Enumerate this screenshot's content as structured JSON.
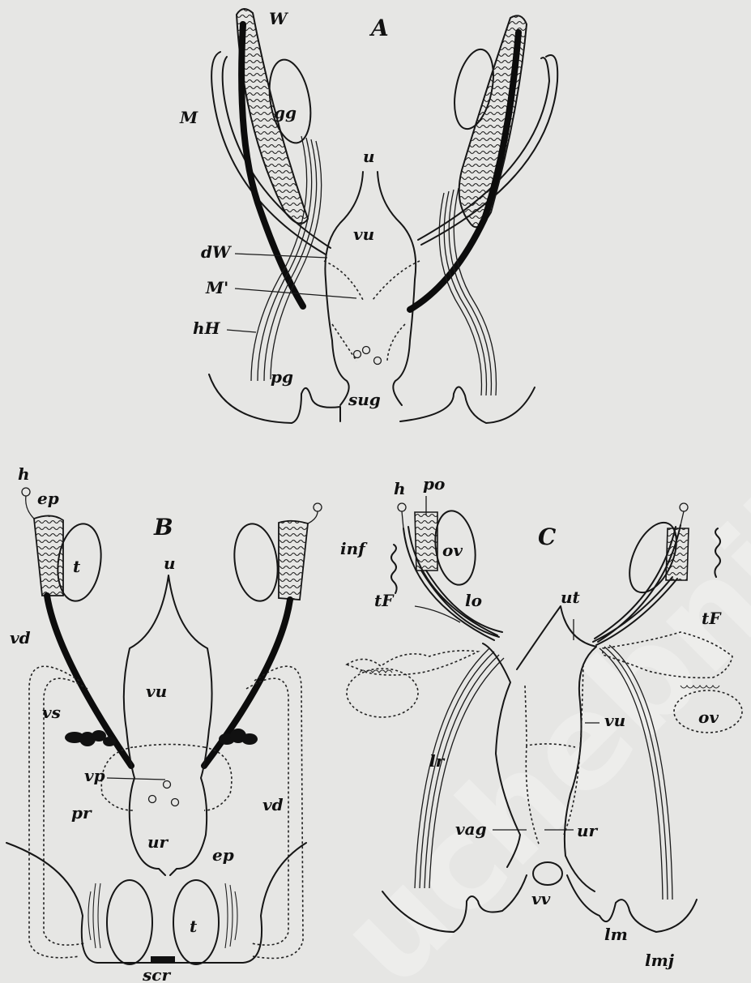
{
  "watermark": "uchebnik-lib.ru",
  "panels": {
    "A": {
      "title": "A",
      "labels": {
        "W": "W",
        "gg": "gg",
        "M": "M",
        "u": "u",
        "vu": "vu",
        "dW": "dW",
        "M_prime": "M'",
        "hH": "hH",
        "pg": "pg",
        "sug": "sug"
      }
    },
    "B": {
      "title": "B",
      "labels": {
        "h": "h",
        "ep": "ep",
        "t": "t",
        "u": "u",
        "vd": "vd",
        "vu": "vu",
        "vs": "vs",
        "vp": "vp",
        "pr": "pr",
        "ur": "ur",
        "vd2": "vd",
        "ep2": "ep",
        "t2": "t",
        "scr": "scr"
      }
    },
    "C": {
      "title": "C",
      "labels": {
        "h": "h",
        "po": "po",
        "inf": "inf",
        "ov": "ov",
        "tF": "tF",
        "lo": "lo",
        "ut": "ut",
        "tF2": "tF",
        "vu": "vu",
        "ov2": "ov",
        "lr": "lr",
        "vag": "vag",
        "ur": "ur",
        "vv": "vv",
        "lm": "lm",
        "lmj": "lmj"
      }
    }
  }
}
